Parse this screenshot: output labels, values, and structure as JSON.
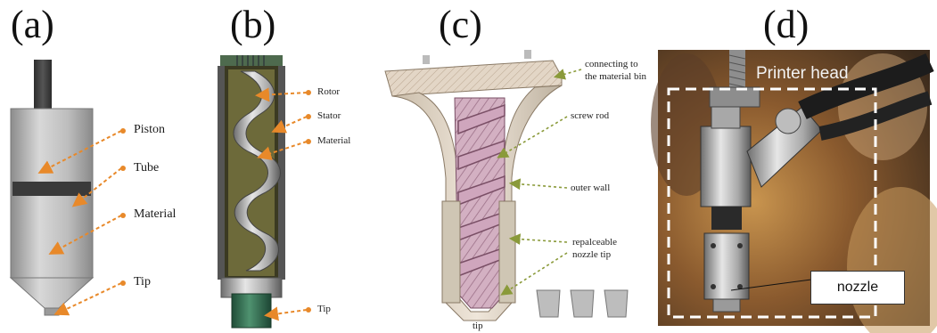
{
  "panels": {
    "a": {
      "label": "(a)",
      "annotations": {
        "piston": "Piston",
        "tube": "Tube",
        "material": "Material",
        "tip": "Tip"
      }
    },
    "b": {
      "label": "(b)",
      "annotations": {
        "rotor": "Rotor",
        "stator": "Stator",
        "material": "Material",
        "tip": "Tip"
      }
    },
    "c": {
      "label": "(c)",
      "annotations": {
        "connecting_line1": "connecting to",
        "connecting_line2": "the material bin",
        "screw_rod": "screw rod",
        "outer_wall": "outer wall",
        "replaceable_line1": "repalceable",
        "replaceable_line2": "nozzle tip",
        "tip": "tip"
      }
    },
    "d": {
      "label": "(d)",
      "annotations": {
        "printer_head": "Printer head",
        "nozzle": "nozzle"
      }
    }
  },
  "colors": {
    "arrow": "#e8892a",
    "c_arrow": "#8a9a3a",
    "material_purple": "#c9a3b8",
    "stator_dark": "#3b3a22",
    "tip_green": "#2f6b4e"
  }
}
